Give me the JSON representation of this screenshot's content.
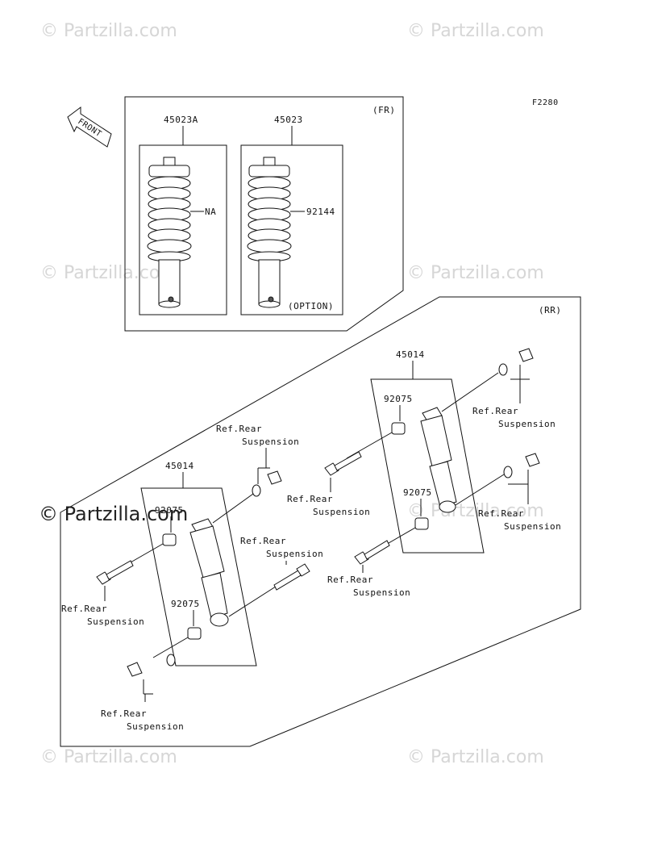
{
  "diagram_code": "F2280",
  "front_arrow_label": "FRONT",
  "watermark": "© Partzilla.com",
  "front_section": {
    "group_label": "(FR)",
    "left_part_number": "45023A",
    "left_spring_label": "NA",
    "right_part_number": "45023",
    "right_spring_label": "92144",
    "option_label": "(OPTION)"
  },
  "rear_section": {
    "group_label": "(RR)",
    "left_shock_number": "45014",
    "right_shock_number": "45014",
    "bushing_number": "92075",
    "ref_rear": "Ref.Rear",
    "suspension": "Suspension"
  }
}
